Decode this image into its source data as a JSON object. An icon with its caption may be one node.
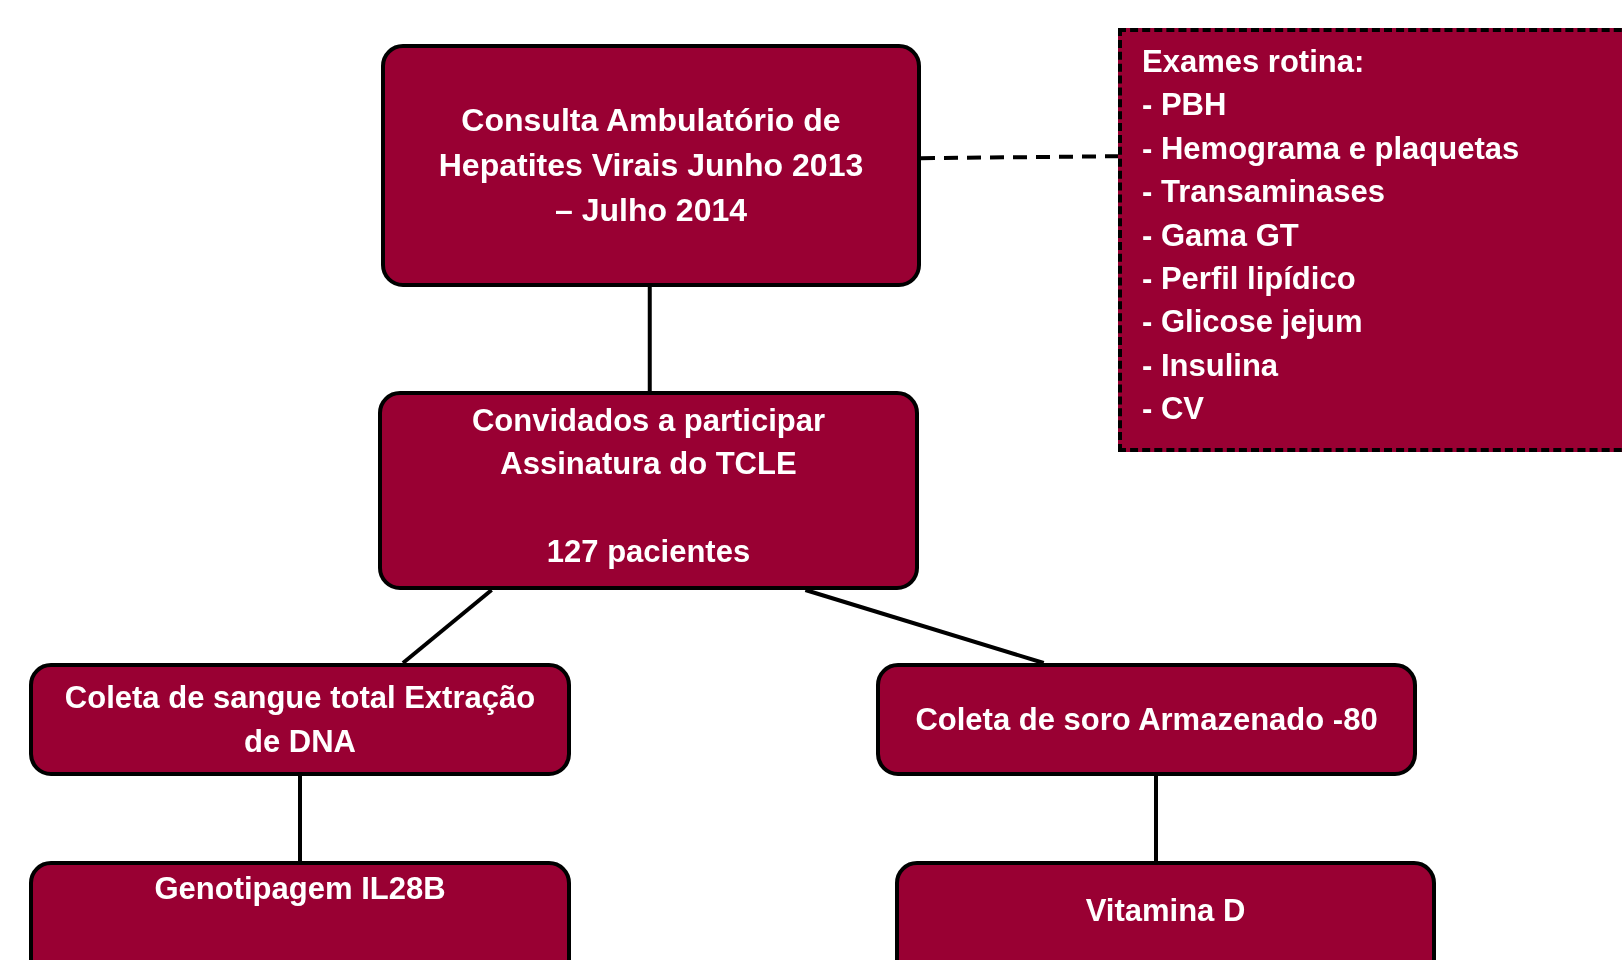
{
  "diagram": {
    "nodes": [
      {
        "text": [
          "Consulta Ambulatório de Hepatites Virais Junho 2013 – Julho 2014"
        ]
      },
      {
        "text": [
          "Exames rotina:",
          "- PBH",
          "- Hemograma e plaquetas",
          "- Transaminases",
          "- Gama GT",
          "- Perfil lipídico",
          "- Glicose jejum",
          "- Insulina",
          "- CV"
        ]
      },
      {
        "text": [
          "Convidados a participar Assinatura do TCLE",
          "127 pacientes"
        ]
      },
      {
        "text": [
          "Coleta de sangue total Extração de DNA"
        ]
      },
      {
        "text": [
          "Coleta de soro Armazenado -80"
        ]
      },
      {
        "text": [
          "Genotipagem IL28B"
        ]
      },
      {
        "text": [
          "Vitamina D"
        ]
      }
    ],
    "edges": [
      {
        "from": 0,
        "to": 1,
        "arrow": "none",
        "style": "dashed"
      },
      {
        "from": 0,
        "to": 2,
        "arrow": "none"
      },
      {
        "from": 2,
        "to": 3,
        "arrow": "none"
      },
      {
        "from": 2,
        "to": 4,
        "arrow": "none"
      },
      {
        "from": 3,
        "to": 5,
        "arrow": "none"
      },
      {
        "from": 4,
        "to": 6,
        "arrow": "none"
      }
    ]
  }
}
